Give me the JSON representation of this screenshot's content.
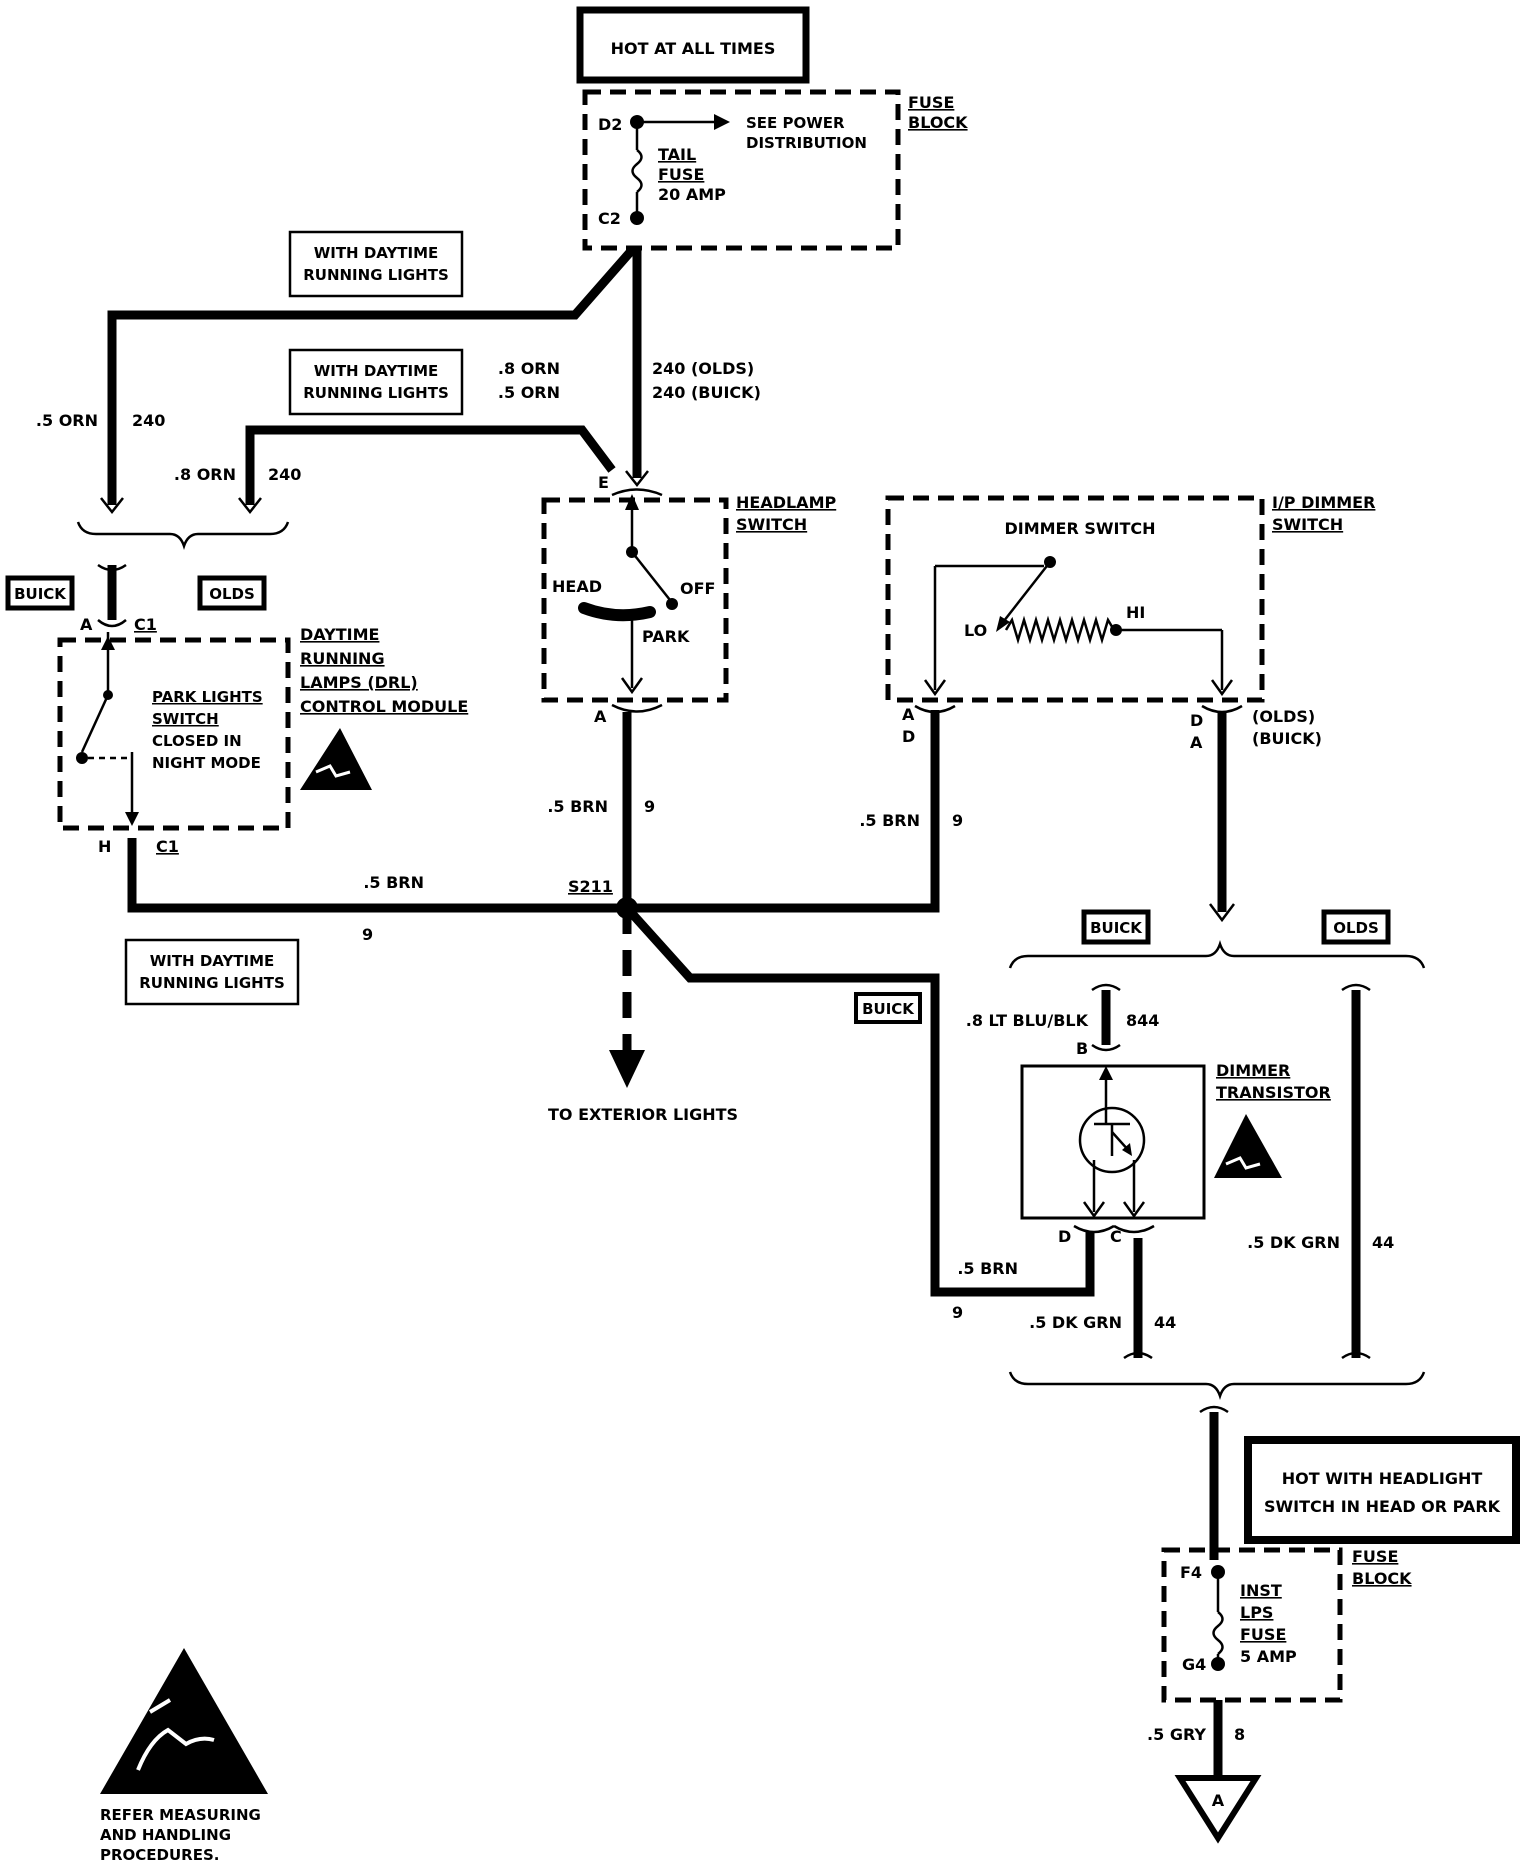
{
  "power_top": {
    "title": "HOT AT ALL TIMES",
    "fuse_block_label": [
      "FUSE",
      "BLOCK"
    ],
    "pin_top": "D2",
    "pin_bottom": "C2",
    "arrow_text": [
      "SEE POWER",
      "DISTRIBUTION"
    ],
    "fuse_label": [
      "TAIL",
      "FUSE",
      "20 AMP"
    ]
  },
  "notes": {
    "drl_1": [
      "WITH DAYTIME",
      "RUNNING LIGHTS"
    ],
    "drl_2": [
      "WITH DAYTIME",
      "RUNNING LIGHTS"
    ],
    "drl_3": [
      "WITH DAYTIME",
      "RUNNING LIGHTS"
    ]
  },
  "wires": {
    "orn_main_olds": ".8 ORN",
    "orn_main_buick": ".5 ORN",
    "orn_main_circuit_olds": "240 (OLDS)",
    "orn_main_circuit_buick": "240 (BUICK)",
    "orn_left_gauge": ".5 ORN",
    "orn_left_circuit": "240",
    "orn_mid_gauge": ".8 ORN",
    "orn_mid_circuit": "240",
    "brn_head_gauge": ".5 BRN",
    "brn_head_circuit": "9",
    "brn_dim_gauge": ".5 BRN",
    "brn_dim_circuit": "9",
    "brn_drl_gauge": ".5 BRN",
    "brn_drl_circuit": "9",
    "brn_buick_gauge": ".5 BRN",
    "brn_buick_circuit": "9",
    "ltblu_gauge": ".8 LT BLU/BLK",
    "ltblu_circuit": "844",
    "dkgrn_olds_gauge": ".5 DK GRN",
    "dkgrn_olds_circuit": "44",
    "dkgrn_buick_gauge": ".5  DK  GRN",
    "dkgrn_buick_circuit": "44",
    "gry_gauge": ".5 GRY",
    "gry_circuit": "8"
  },
  "tags": {
    "buick_left": "BUICK",
    "olds_left": "OLDS",
    "buick_right": "BUICK",
    "olds_right": "OLDS",
    "buick_wire": "BUICK"
  },
  "drl_module": {
    "title": [
      "DAYTIME",
      "RUNNING",
      "LAMPS (DRL)",
      "CONTROL  MODULE"
    ],
    "switch_text": [
      "PARK  LIGHTS",
      "SWITCH",
      "CLOSED  IN",
      "NIGHT  MODE"
    ],
    "pin_top": "A",
    "conn_top": "C1",
    "pin_bottom": "H",
    "conn_bottom": "C1"
  },
  "headlamp_switch": {
    "title": [
      "HEADLAMP",
      "SWITCH"
    ],
    "pin_top": "E",
    "pin_bottom": "A",
    "head": "HEAD",
    "off": "OFF",
    "park": "PARK"
  },
  "dimmer_switch": {
    "title": [
      "I/P DIMMER",
      "SWITCH"
    ],
    "inner": "DIMMER  SWITCH",
    "lo": "LO",
    "hi": "HI",
    "pin_left_olds": "A",
    "pin_left_buick": "D",
    "pin_right_olds": "D",
    "pin_right_buick": "A",
    "variant_olds": "(OLDS)",
    "variant_buick": "(BUICK)"
  },
  "splice": "S211",
  "exterior": "TO  EXTERIOR  LIGHTS",
  "transistor": {
    "title": [
      "DIMMER",
      "TRANSISTOR"
    ],
    "pin_b": "B",
    "pin_d": "D",
    "pin_c": "C"
  },
  "power_bottom": {
    "title": [
      "HOT WITH HEADLIGHT",
      "SWITCH IN HEAD OR PARK"
    ],
    "fuse_block_label": [
      "FUSE",
      "BLOCK"
    ],
    "pin_top": "F4",
    "pin_bottom": "G4",
    "fuse_label": [
      "INST",
      "LPS",
      "FUSE",
      "5 AMP"
    ],
    "ground_ref": "A"
  },
  "esd_note": [
    "REFER MEASURING",
    "AND HANDLING",
    "PROCEDURES."
  ]
}
